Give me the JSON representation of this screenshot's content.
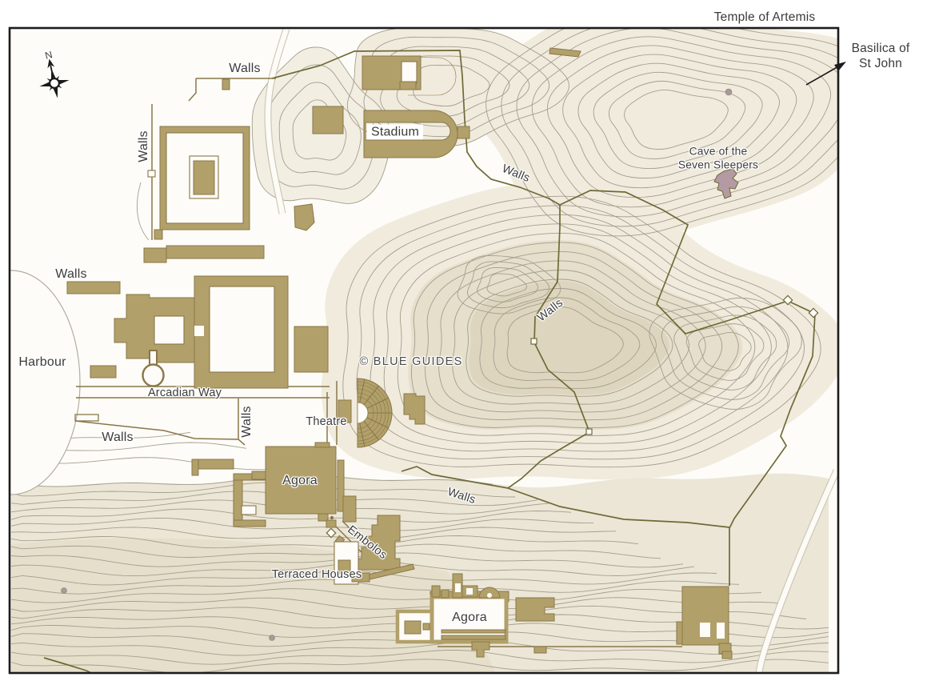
{
  "outside": {
    "temple_label": "Temple of Artemis",
    "basilica_line1": "Basilica of",
    "basilica_line2": "St John"
  },
  "compass": {
    "north_letter": "N"
  },
  "labels": {
    "walls_north": "Walls",
    "walls_northwest": "Walls",
    "walls_harbour_north": "Walls",
    "walls_harbour_south": "Walls",
    "walls_mid": "Walls",
    "walls_stadium": "Walls",
    "walls_hill": "Walls",
    "walls_south": "Walls",
    "stadium": "Stadium",
    "cave_line1": "Cave of the",
    "cave_line2": "Seven Sleepers",
    "harbour": "Harbour",
    "arcadian_way": "Arcadian Way",
    "copyright": "© BLUE GUIDES",
    "theatre": "Theatre",
    "agora_upper": "Agora",
    "embolos": "Embolos",
    "terraced_houses": "Terraced Houses",
    "agora_lower": "Agora"
  },
  "colors": {
    "map_bg": "#fdfcf8",
    "building_fill": "#b2a06a",
    "building_outline": "#8a7748",
    "wall_line": "#6e6a36",
    "contour_line": "#a49e8e",
    "terrain_light": "#f0ebdd",
    "terrain_mid": "#e6dfcc",
    "terrain_dark": "#ded5bf",
    "slope_fill": "#ebe6d6",
    "cave_fill": "#b49aa2",
    "dot_fill": "#a89a97",
    "harbour_outline": "#b3ada0",
    "road_casing": "#c9c3b3",
    "label_text": "#3b3b3b",
    "map_border": "#1c1c1c"
  }
}
